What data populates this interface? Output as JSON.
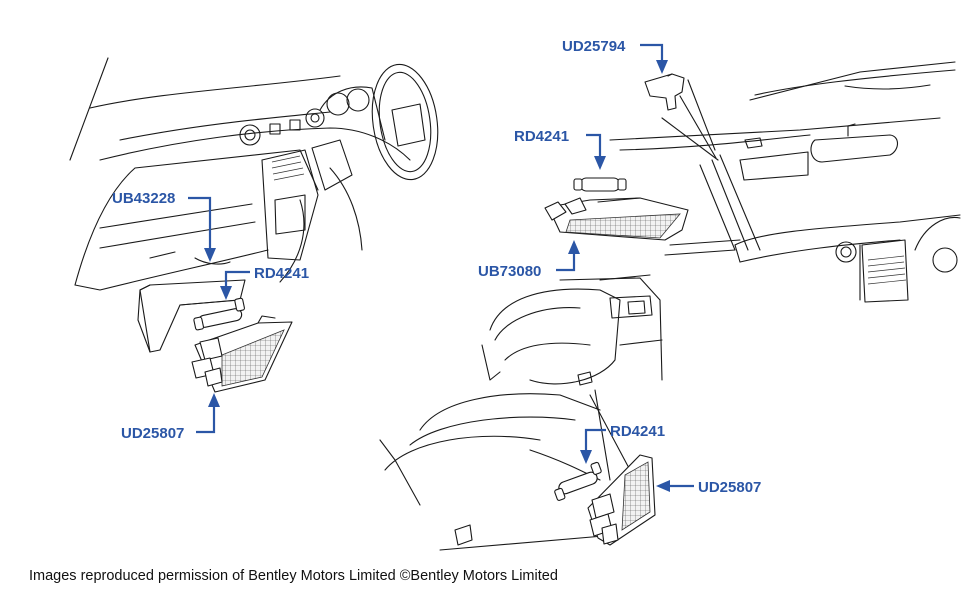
{
  "labels": {
    "ub43228": "UB43228",
    "rd4241_left": "RD4241",
    "ud25807_left": "UD25807",
    "ud25794": "UD25794",
    "rd4241_top_right": "RD4241",
    "ub73080": "UB73080",
    "rd4241_bottom_right": "RD4241",
    "ud25807_right": "UD25807"
  },
  "caption": "Images reproduced permission of Bentley Motors Limited ©Bentley Motors Limited",
  "colors": {
    "callout": "#2b56a6",
    "linework": "#1a1a1a",
    "background": "#ffffff"
  }
}
